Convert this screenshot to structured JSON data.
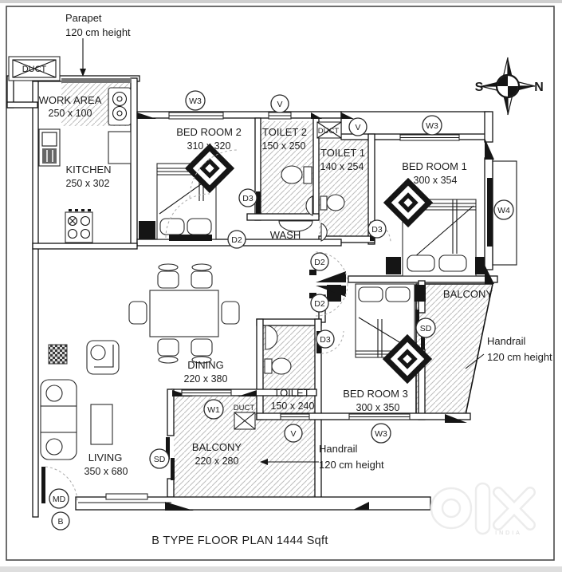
{
  "title": "B TYPE FLOOR PLAN 1444 Sqft",
  "compass": {
    "left": "S",
    "right": "N"
  },
  "annotations": {
    "parapet": {
      "line1": "Parapet",
      "line2": "120 cm height"
    },
    "handrail_right": {
      "line1": "Handrail",
      "line2": "120 cm height"
    },
    "handrail_bottom": {
      "line1": "Handrail",
      "line2": "120 cm height"
    }
  },
  "rooms": {
    "work_area": {
      "name": "WORK AREA",
      "dims": "250 x 100"
    },
    "kitchen": {
      "name": "KITCHEN",
      "dims": "250 x 302"
    },
    "bedroom2": {
      "name": "BED ROOM 2",
      "dims": "310 x 320"
    },
    "toilet2": {
      "name": "TOILET 2",
      "dims": "150 x 250"
    },
    "toilet1": {
      "name": "TOILET 1",
      "dims": "140 x 254"
    },
    "bedroom1": {
      "name": "BED ROOM 1",
      "dims": "300 x 354"
    },
    "wash": {
      "name": "WASH"
    },
    "dining": {
      "name": "DINING",
      "dims": "220 x 380"
    },
    "toilet3": {
      "name": "TOILET",
      "dims": "150 x 240"
    },
    "bedroom3": {
      "name": "BED ROOM 3",
      "dims": "300 x 350"
    },
    "balcony_right": {
      "name": "BALCONY"
    },
    "balcony_bottom": {
      "name": "BALCONY",
      "dims": "220 x 280"
    },
    "living": {
      "name": "LIVING",
      "dims": "350 x 680"
    },
    "duct1": {
      "name": "DUCT"
    },
    "duct2": {
      "name": "DUCT"
    },
    "duct3": {
      "name": "DUCT"
    }
  },
  "markers": [
    {
      "label": "W3"
    },
    {
      "label": "V"
    },
    {
      "label": "V"
    },
    {
      "label": "W3"
    },
    {
      "label": "W4"
    },
    {
      "label": "D3"
    },
    {
      "label": "D2"
    },
    {
      "label": "D2"
    },
    {
      "label": "D2"
    },
    {
      "label": "D3"
    },
    {
      "label": "D3"
    },
    {
      "label": "SD"
    },
    {
      "label": "SD"
    },
    {
      "label": "W1"
    },
    {
      "label": "V"
    },
    {
      "label": "W3"
    },
    {
      "label": "MD"
    },
    {
      "label": "B"
    }
  ],
  "watermark": {
    "brand": "olx",
    "country": "INDIA"
  },
  "colors": {
    "line": "#1c1c1c",
    "hatch": "#bdbdbd",
    "parapet_band": "#777777",
    "dark_fill": "#151515",
    "watermark": "#ececec"
  }
}
